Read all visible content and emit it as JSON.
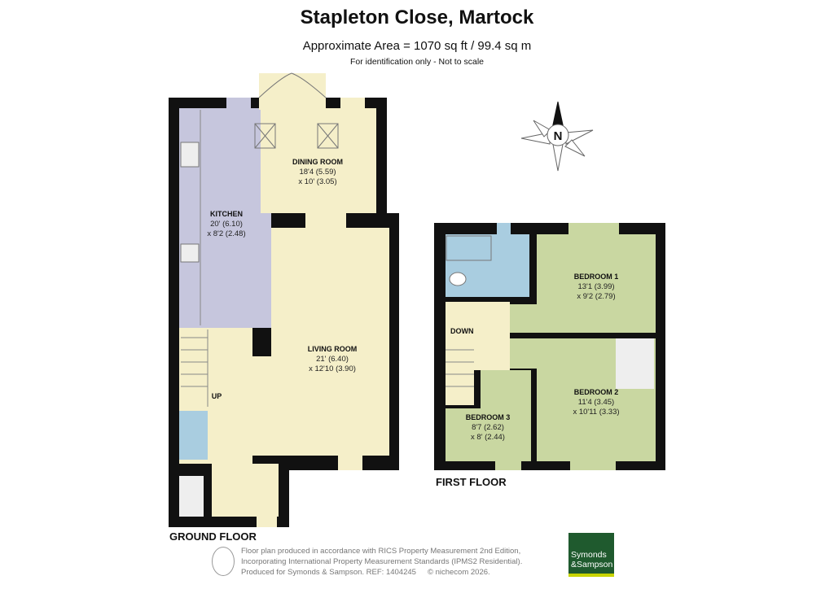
{
  "header": {
    "title": "Stapleton Close, Martock",
    "area": "Approximate Area = 1070 sq ft / 99.4 sq m",
    "note": "For identification only - Not to scale"
  },
  "compass": {
    "label": "N"
  },
  "ground_floor": {
    "label": "GROUND FLOOR",
    "stairs_label": "UP",
    "rooms": [
      {
        "name": "KITCHEN",
        "dim1": "20' (6.10)",
        "dim2": "x 8'2 (2.48)"
      },
      {
        "name": "DINING ROOM",
        "dim1": "18'4 (5.59)",
        "dim2": "x 10' (3.05)"
      },
      {
        "name": "LIVING ROOM",
        "dim1": "21' (6.40)",
        "dim2": "x 12'10 (3.90)"
      }
    ]
  },
  "first_floor": {
    "label": "FIRST FLOOR",
    "stairs_label": "DOWN",
    "rooms": [
      {
        "name": "BEDROOM 1",
        "dim1": "13'1 (3.99)",
        "dim2": "x 9'2 (2.79)"
      },
      {
        "name": "BEDROOM 2",
        "dim1": "11'4 (3.45)",
        "dim2": "x 10'11 (3.33)"
      },
      {
        "name": "BEDROOM 3",
        "dim1": "8'7 (2.62)",
        "dim2": "x 8' (2.44)"
      }
    ]
  },
  "footer": {
    "line1": "Floor plan produced in accordance with RICS Property Measurement 2nd Edition,",
    "line2": "Incorporating International Property Measurement Standards (IPMS2 Residential).",
    "line3": "Produced for Symonds & Sampson.   REF:  1404245",
    "copyright": "© nichecom 2026."
  },
  "logo": {
    "line1": "Symonds",
    "line2": "&Sampson"
  },
  "colors": {
    "wall": "#111111",
    "hall": "#f5efc9",
    "kitchen": "#c6c6dd",
    "bedroom": "#c9d7a1",
    "bathroom": "#a9cde0",
    "logo": "#1f5a2e"
  }
}
